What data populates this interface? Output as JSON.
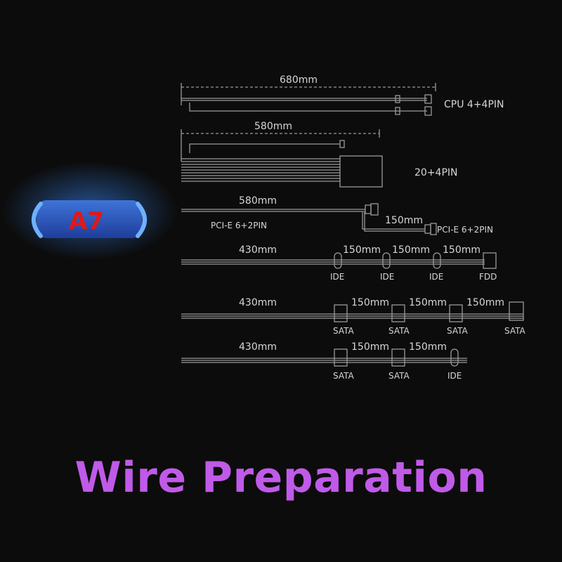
{
  "badge": {
    "text": "A7"
  },
  "title": "Wire Preparation",
  "cables": {
    "cpu": {
      "length": "680mm",
      "connector": "CPU 4+4PIN"
    },
    "atx": {
      "length": "580mm",
      "connector": "20+4PIN"
    },
    "pcie": {
      "length": "580mm",
      "label": "PCI-E 6+2PIN",
      "branch_length": "150mm",
      "branch_label": "PCI-E 6+2PIN"
    },
    "ide": {
      "length": "430mm",
      "segments": [
        "150mm",
        "150mm",
        "150mm"
      ],
      "connectors": [
        "IDE",
        "IDE",
        "IDE",
        "FDD"
      ]
    },
    "sata1": {
      "length": "430mm",
      "segments": [
        "150mm",
        "150mm",
        "150mm"
      ],
      "connectors": [
        "SATA",
        "SATA",
        "SATA",
        "SATA"
      ]
    },
    "sata2": {
      "length": "430mm",
      "segments": [
        "150mm",
        "150mm"
      ],
      "connectors": [
        "SATA",
        "SATA",
        "IDE"
      ]
    }
  },
  "colors": {
    "title": "#c05ae8",
    "badge_text": "#e01818",
    "badge_glow": "#3a8cff",
    "line": "#9a9a9a",
    "background": "#0c0c0c"
  }
}
